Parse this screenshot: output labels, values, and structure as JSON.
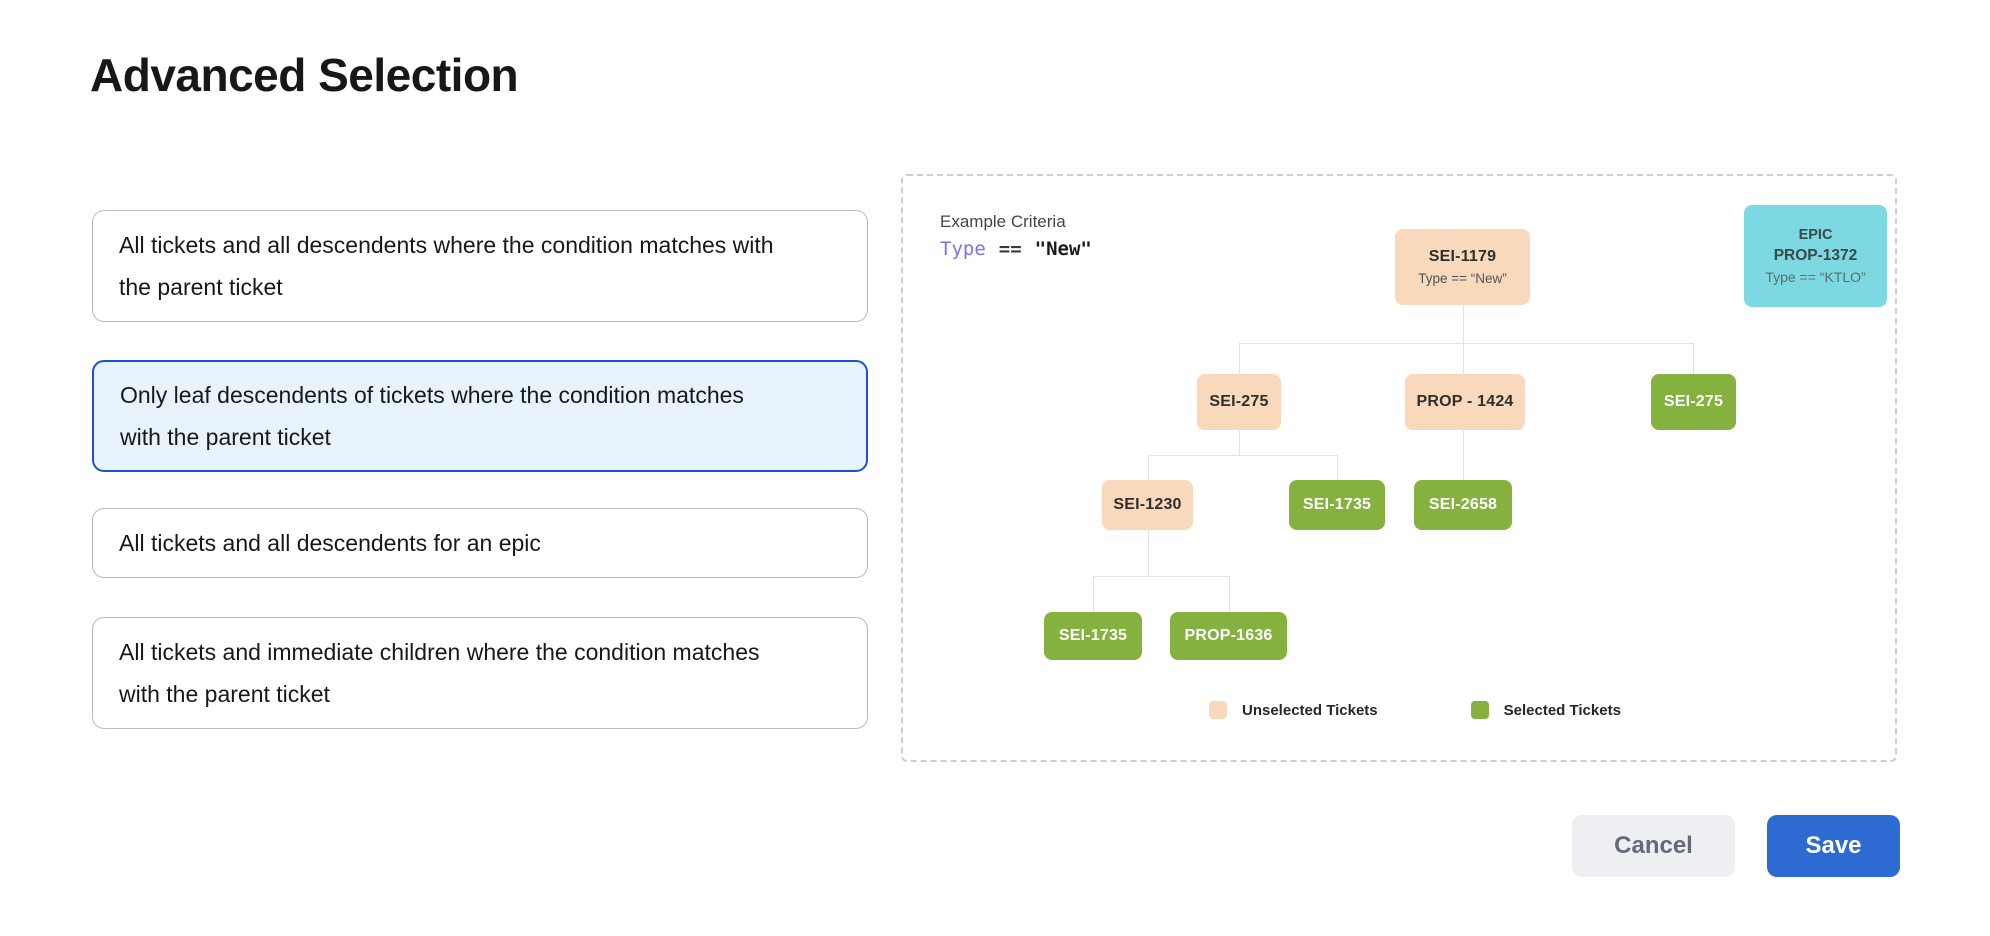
{
  "page": {
    "title": "Advanced Selection"
  },
  "options": [
    {
      "text": "All tickets and all descendents where the condition matches with the parent ticket",
      "selected": false
    },
    {
      "text": "Only leaf descendents of tickets where the condition matches with the parent ticket",
      "selected": true
    },
    {
      "text": "All tickets and all descendents for an epic",
      "selected": false
    },
    {
      "text": "All tickets and immediate children where the condition matches with the parent ticket",
      "selected": false
    }
  ],
  "diagram": {
    "heading": "Example Criteria",
    "criteria": {
      "field": "Type",
      "operator": "==",
      "value": "\"New\""
    },
    "epic_card": {
      "type_label": "EPIC",
      "ticket": "PROP-1372",
      "condition": "Type == “KTLO”"
    },
    "nodes": [
      {
        "id": "root",
        "label": "SEI-1179",
        "condition": "Type == “New”",
        "state": "unselected"
      },
      {
        "id": "sei-275",
        "label": "SEI-275",
        "state": "unselected"
      },
      {
        "id": "prop-1424",
        "label": "PROP - 1424",
        "state": "unselected"
      },
      {
        "id": "sei-275-selected",
        "label": "SEI-275",
        "state": "selected"
      },
      {
        "id": "sei-1230",
        "label": "SEI-1230",
        "state": "unselected"
      },
      {
        "id": "sei-1735",
        "label": "SEI-1735",
        "state": "selected"
      },
      {
        "id": "sei-2658",
        "label": "SEI-2658",
        "state": "selected"
      },
      {
        "id": "sei-1735-leaf",
        "label": "SEI-1735",
        "state": "selected"
      },
      {
        "id": "prop-1636",
        "label": "PROP-1636",
        "state": "selected"
      }
    ],
    "legend": [
      {
        "label": "Unselected Tickets",
        "color": "#f8d9bc"
      },
      {
        "label": "Selected Tickets",
        "color": "#85b23f"
      }
    ]
  },
  "colors": {
    "unselected_node": "#f8d9bc",
    "selected_node": "#85b23f",
    "epic_node": "#7cd9e2",
    "selected_card_border": "#1e4fd6",
    "accent_blue": "#2d6bd3"
  },
  "footer": {
    "cancel_label": "Cancel",
    "save_label": "Save"
  }
}
